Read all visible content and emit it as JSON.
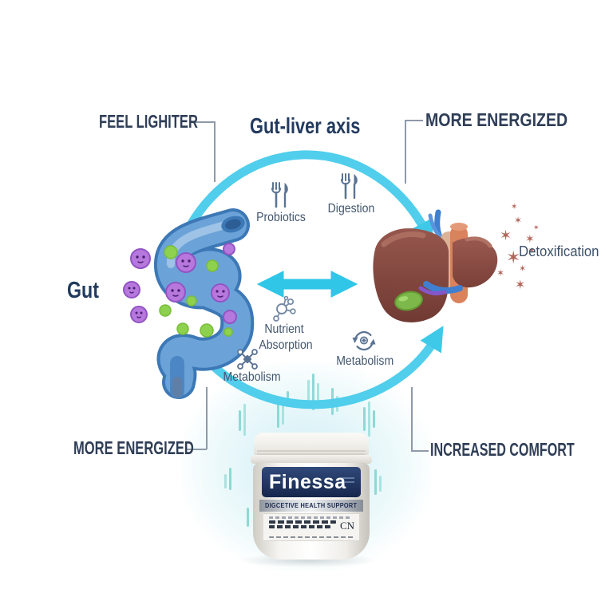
{
  "title": "Gut-liver axis",
  "callouts": {
    "top_left": "FEEL LIGHITER",
    "top_right": "MORE ENERGIZED",
    "bottom_left": "MORE ENERGIZED",
    "bottom_right": "INCREASED COMFORT"
  },
  "diagram": {
    "gut_label": "Gut",
    "detox_label": "Detoxification",
    "nodes": {
      "probiotics": "Probiotics",
      "digestion": "Digestion",
      "nutrient_line1": "Nutrient",
      "nutrient_line2": "Absorption",
      "metabolism_left": "Metabolism",
      "metabolism_right": "Metabolism"
    }
  },
  "product": {
    "brand": "Finessa",
    "band_text": "DIGCETIVE HEALTH SUPPORT",
    "code": "CN"
  },
  "icons": {
    "star_glyph": "✶"
  },
  "colors": {
    "accent_cyan": "#50CEEC",
    "arrow_cyan": "#2FC6E8",
    "navy": "#223A5E",
    "slate_label": "#42566E",
    "icon_slate": "#5B7494",
    "connector_gray": "#8D9AA9",
    "star_red": "#B2645A",
    "teal_tick": "#8FD8D5",
    "label_navy": "#16274D"
  }
}
